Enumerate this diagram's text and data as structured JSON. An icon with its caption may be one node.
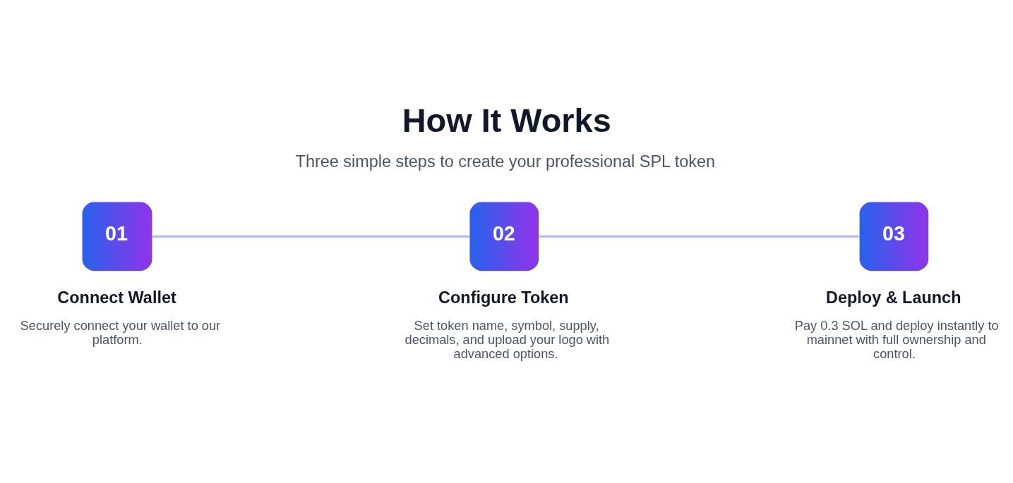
{
  "diagram": {
    "title": "How It Works",
    "nodes": [
      {
        "text": [
          "01",
          "Connect Wallet",
          "Securely connect your wallet to our platform."
        ]
      },
      {
        "text": [
          "02",
          "Configure Token",
          "Set token name, symbol, supply, decimals, and upload your logo with advanced options."
        ]
      },
      {
        "text": [
          "03",
          "Deploy & Launch",
          "Pay 0.3 SOL and deploy instantly to mainnet with full ownership and control."
        ]
      }
    ],
    "edges": [
      {
        "from": 0,
        "to": 1,
        "arrow": "none"
      },
      {
        "from": 1,
        "to": 2,
        "arrow": "none"
      }
    ],
    "labels": [
      "Three simple steps to create your professional SPL token"
    ]
  }
}
